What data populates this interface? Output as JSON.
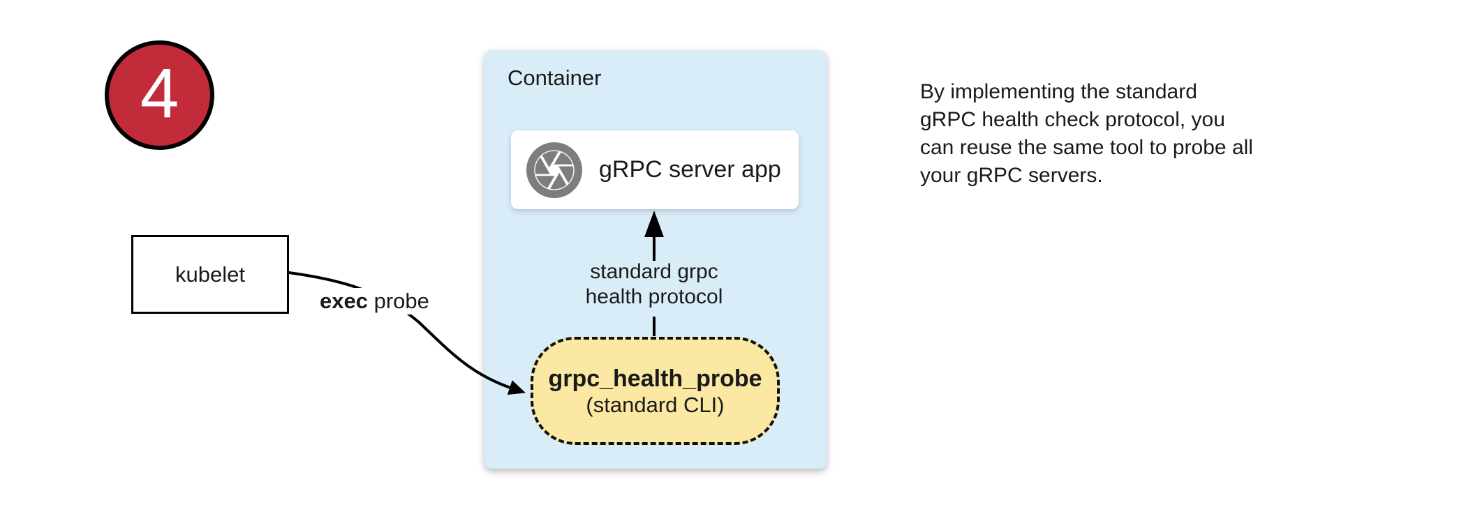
{
  "step_badge": {
    "number": "4",
    "fill_color": "#C22B3A"
  },
  "kubelet_box": {
    "label": "kubelet"
  },
  "exec_probe_label": {
    "bold_part": "exec",
    "regular_part": " probe"
  },
  "container": {
    "title": "Container",
    "bg_color": "#D9EDF9",
    "server_box": {
      "label": "gRPC server app",
      "icon": "aperture-icon",
      "icon_color": "#7D7D7D"
    },
    "protocol_arrow_label": {
      "line1": "standard grpc",
      "line2": "health protocol"
    },
    "probe_box": {
      "title": "grpc_health_probe",
      "subtitle": "(standard CLI)",
      "bg_color": "#FAE8A3",
      "border_style": "black-dashed"
    }
  },
  "side_note": {
    "text": "By implementing the standard\ngRPC health check protocol, you\ncan reuse the same tool to probe all\nyour gRPC servers."
  }
}
